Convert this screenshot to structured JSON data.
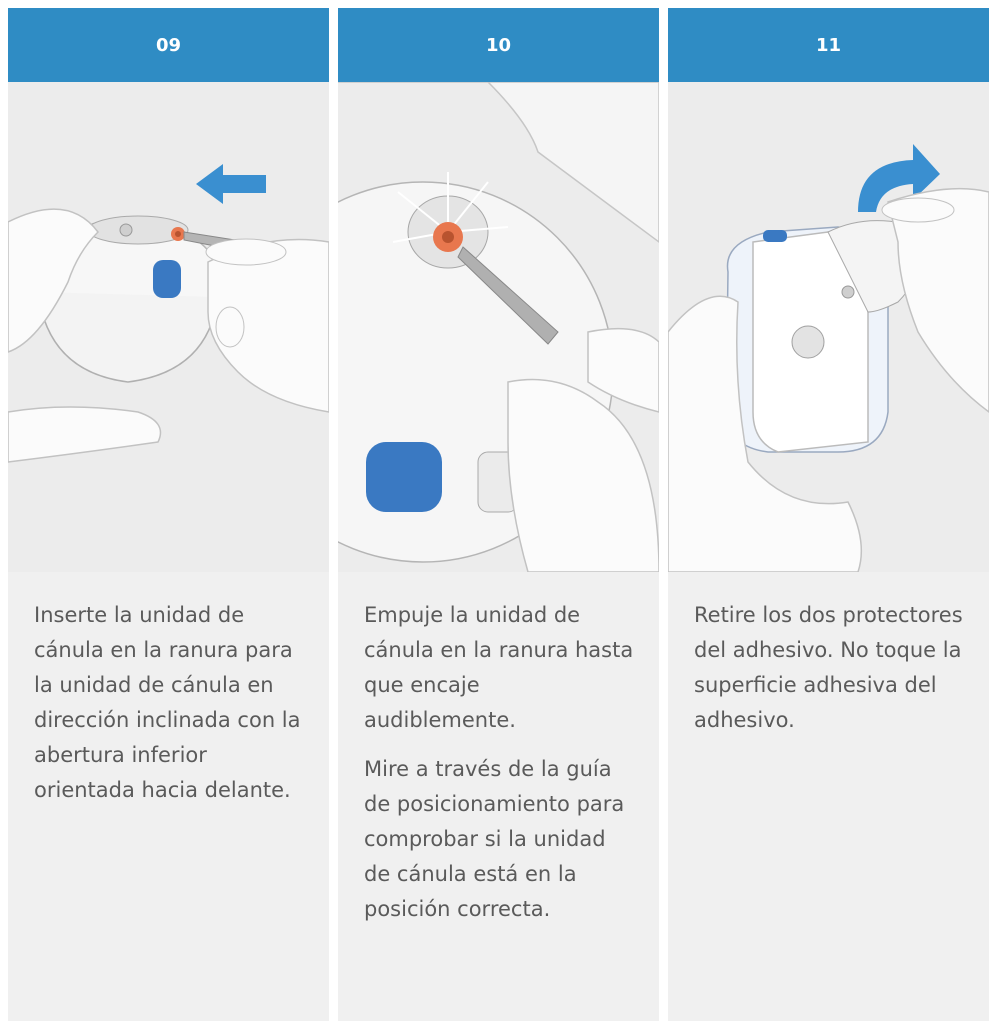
{
  "steps": [
    {
      "number": "09",
      "paragraphs": [
        "Inserte la unidad de cánula en la ranura para la unidad de cánula en dirección inclinada con la abertura inferior orientada hacia delante."
      ]
    },
    {
      "number": "10",
      "paragraphs": [
        "Empuje la unidad de cánula en la ranura hasta que encaje audiblemente.",
        "Mire a través de la guía de posicionamiento para comprobar si la unidad de cánula está en la posición correcta."
      ]
    },
    {
      "number": "11",
      "paragraphs": [
        "Retire los dos protectores del adhesivo. No toque la superficie adhesiva del adhesivo."
      ]
    }
  ],
  "colors": {
    "header_bg": "#2f8cc4",
    "panel_bg": "#ececec",
    "text_bg": "#f0f0f0",
    "text": "#5a5a5a",
    "accent_blue": "#3a8fd0",
    "cannula_orange": "#e8774e"
  },
  "icons": [
    "arrow-left-icon",
    "arrow-curved-icon"
  ]
}
